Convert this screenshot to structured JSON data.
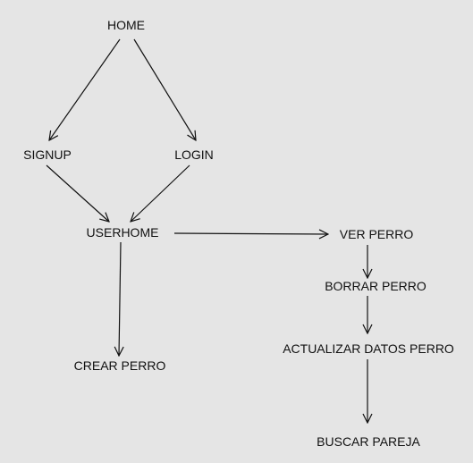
{
  "nodes": [
    {
      "id": "home",
      "label": "HOME"
    },
    {
      "id": "signup",
      "label": "SIGNUP"
    },
    {
      "id": "login",
      "label": "LOGIN"
    },
    {
      "id": "userhome",
      "label": "USERHOME"
    },
    {
      "id": "crear_perro",
      "label": "CREAR PERRO"
    },
    {
      "id": "ver_perro",
      "label": "VER PERRO"
    },
    {
      "id": "borrar_perro",
      "label": "BORRAR PERRO"
    },
    {
      "id": "actualizar_datos_perro",
      "label": "ACTUALIZAR DATOS PERRO"
    },
    {
      "id": "buscar_pareja",
      "label": "BUSCAR PAREJA"
    }
  ],
  "edges": [
    {
      "from": "home",
      "to": "signup"
    },
    {
      "from": "home",
      "to": "login"
    },
    {
      "from": "signup",
      "to": "userhome"
    },
    {
      "from": "login",
      "to": "userhome"
    },
    {
      "from": "userhome",
      "to": "crear_perro"
    },
    {
      "from": "userhome",
      "to": "ver_perro"
    },
    {
      "from": "ver_perro",
      "to": "borrar_perro"
    },
    {
      "from": "borrar_perro",
      "to": "actualizar_datos_perro"
    },
    {
      "from": "actualizar_datos_perro",
      "to": "buscar_pareja"
    }
  ]
}
